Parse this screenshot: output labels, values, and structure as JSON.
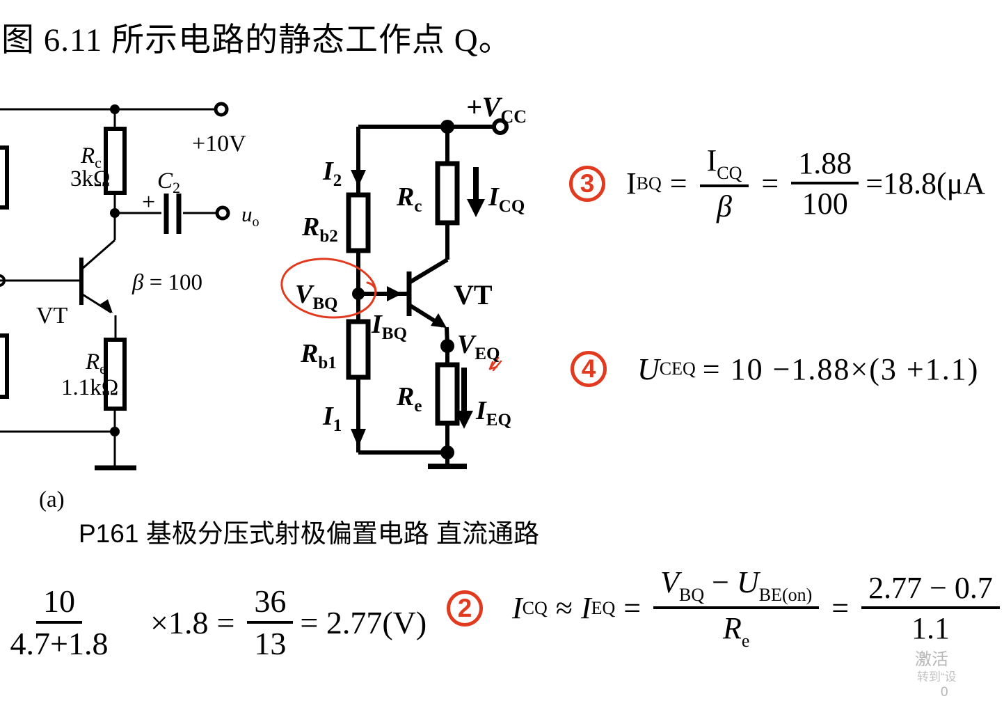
{
  "page": {
    "title": "图 6.11 所示电路的静态工作点 Q。",
    "caption": "P161 基极分压式射极偏置电路 直流通路"
  },
  "colors": {
    "ink": "#000000",
    "annotation_red": "#e23a1e",
    "watermark_gray": "#b6b6b6"
  },
  "circuit_a": {
    "supply_label": "+10V",
    "rc_name": "R",
    "rc_sub": "c",
    "rc_value": "3kΩ",
    "cap_name": "C",
    "cap_sub": "2",
    "cap_polarity": "+",
    "output_name": "u",
    "output_sub": "o",
    "beta_symbol": "β",
    "beta_rest": " = 100",
    "transistor": "VT",
    "re_name": "R",
    "re_sub": "e",
    "re_value": "1.1kΩ",
    "figure_label": "(a)"
  },
  "circuit_b": {
    "vcc_main": "+V",
    "vcc_sub": "CC",
    "i2_main": "I",
    "i2_sub": "2",
    "rb2_main": "R",
    "rb2_sub": "b2",
    "vbq_main": "V",
    "vbq_sub": "BQ",
    "ibq_main": "I",
    "ibq_sub": "BQ",
    "rb1_main": "R",
    "rb1_sub": "b1",
    "i1_main": "I",
    "i1_sub": "1",
    "rc_main": "R",
    "rc_sub": "c",
    "icq_main": "I",
    "icq_sub": "CQ",
    "transistor": "VT",
    "veq_main": "V",
    "veq_sub": "EQ",
    "re_main": "R",
    "re_sub": "e",
    "ieq_main": "I",
    "ieq_sub": "EQ"
  },
  "equations": {
    "eq1": {
      "f1_num": "10",
      "f1_den": "4.7+1.8",
      "times": "×1.8",
      "eq_a": "=",
      "f2_num": "36",
      "f2_den": "13",
      "result": "= 2.77(V)"
    },
    "eq2": {
      "badge": "2",
      "lhs1": "I",
      "lhs1_sub": "CQ",
      "approx": "≈",
      "lhs2": "I",
      "lhs2_sub": "EQ",
      "eq_a": "=",
      "num_v": "V",
      "num_v_sub": "BQ",
      "num_minus": "−",
      "num_u": "U",
      "num_u_sub": "BE(on)",
      "den_r": "R",
      "den_r_sub": "e",
      "eq_b": "=",
      "f2_num": "2.77 − 0.7",
      "f2_den": "1.1"
    },
    "eq3": {
      "badge": "3",
      "lhs": "I",
      "lhs_sub": "BQ",
      "eq_a": "=",
      "f1_num": "I",
      "f1_num_sub": "CQ",
      "f1_den": "β",
      "eq_b": "=",
      "f2_num": "1.88",
      "f2_den": "100",
      "result": "=18.8(μA"
    },
    "eq4": {
      "badge": "4",
      "lhs": "U",
      "lhs_sub": "CEQ",
      "body": "= 10 −1.88×(3 +1.1)"
    }
  },
  "watermark": {
    "line1": "激活",
    "line2": "转到“设",
    "line3": "0"
  }
}
